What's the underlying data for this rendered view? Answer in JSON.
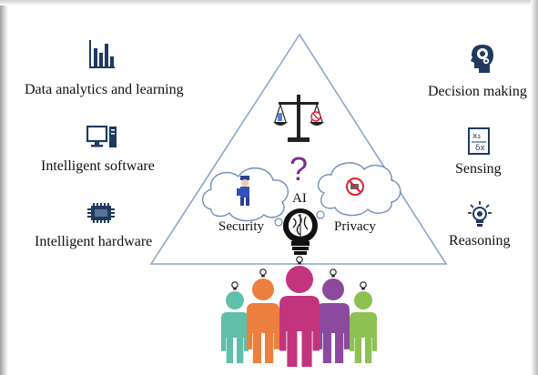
{
  "left_items": [
    {
      "label": "Data analytics and learning",
      "icon": "bar-chart-icon"
    },
    {
      "label": "Intelligent software",
      "icon": "computer-icon"
    },
    {
      "label": "Intelligent hardware",
      "icon": "chip-icon"
    }
  ],
  "right_items": [
    {
      "label": "Decision making",
      "icon": "head-gears-icon"
    },
    {
      "label": "Sensing",
      "icon": "sensing-icon"
    },
    {
      "label": "Reasoning",
      "icon": "lightbulb-icon"
    }
  ],
  "triangle": {
    "center_symbol": "?",
    "ai_label": "AI",
    "left_bubble_label": "Security",
    "right_bubble_label": "Privacy",
    "top_icon": "scales-icon",
    "bottom_icon": "brain-bulb-icon"
  },
  "people": [
    {
      "color": "#5fbfaa"
    },
    {
      "color": "#ec7f3d"
    },
    {
      "color": "#c2357e"
    },
    {
      "color": "#8b4a9e"
    },
    {
      "color": "#8dc152"
    }
  ],
  "colors": {
    "triangle_stroke": "#8aa7c9",
    "question_mark": "#7b2c8c",
    "cloud_stroke": "#6f8fb5"
  }
}
